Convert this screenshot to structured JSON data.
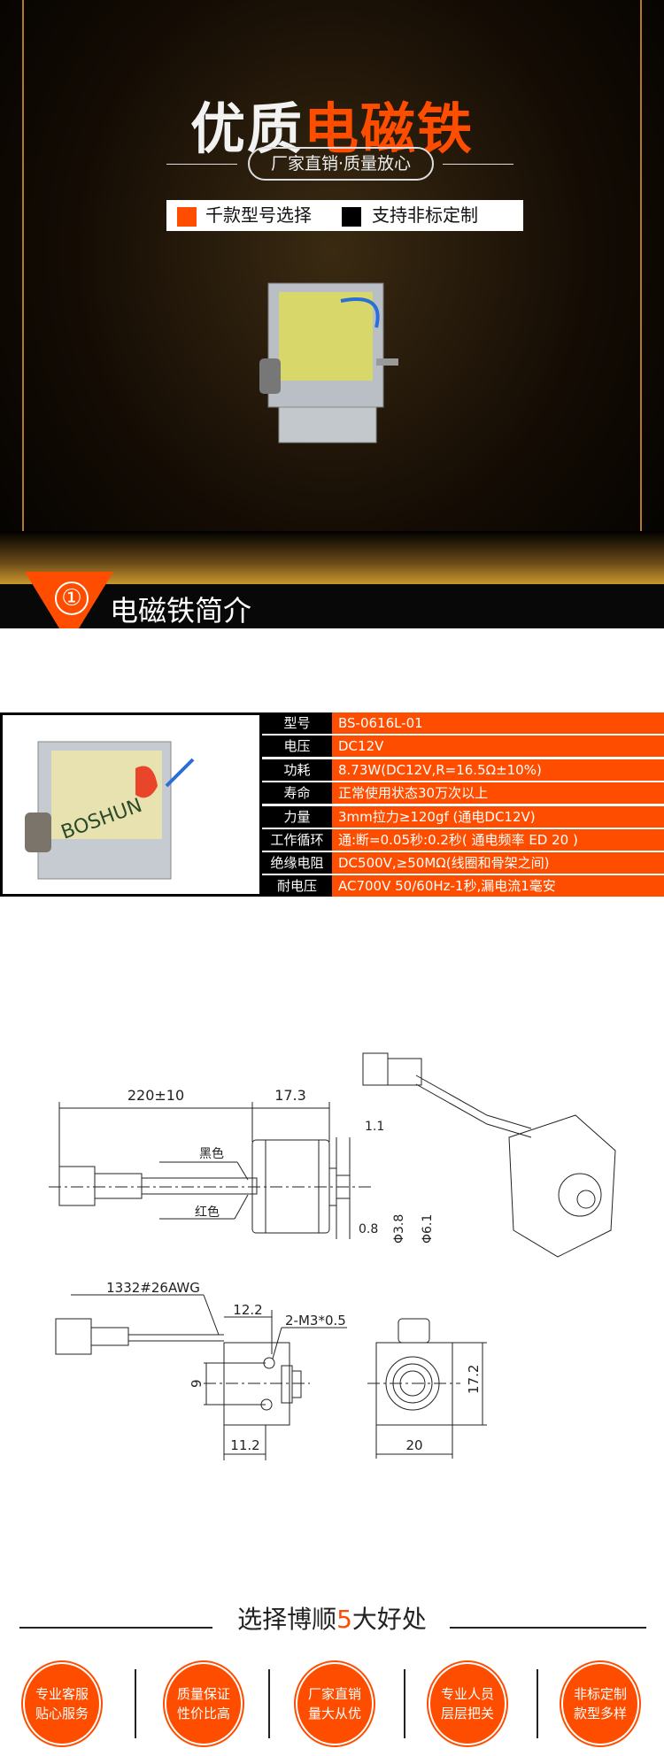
{
  "banner": {
    "title_white": "优质",
    "title_orange": "电磁铁",
    "tagline": "厂家直销·质量放心",
    "features": [
      {
        "label": "千款型号选择",
        "color": "#ff4d00"
      },
      {
        "label": "支持非标定制",
        "color": "#000000"
      }
    ]
  },
  "section": {
    "number": "①",
    "title": "电磁铁简介"
  },
  "product": {
    "logo_text": "BOSHUN"
  },
  "specs": [
    {
      "label": "型号",
      "value": "BS-0616L-01"
    },
    {
      "label": "电压",
      "value": "DC12V"
    },
    {
      "label": "功耗",
      "value": "8.73W(DC12V,R=16.5Ω±10%)"
    },
    {
      "label": "寿命",
      "value": "正常使用状态30万次以上"
    },
    {
      "label": "力量",
      "value": "3mm拉力≥120gf (通电DC12V)"
    },
    {
      "label": "工作循环",
      "value": "通:断=0.05秒:0.2秒( 通电频率 ED 20 )"
    },
    {
      "label": "绝缘电阻",
      "value": "DC500V,≥50MΩ(线圈和骨架之间)"
    },
    {
      "label": "耐电压",
      "value": "AC700V 50/60Hz-1秒,漏电流1毫安"
    }
  ],
  "drawing": {
    "lead_length": "220±10",
    "body_length": "17.3",
    "black_wire": "黑色",
    "red_wire": "红色",
    "d1": "1.1",
    "d2": "0.8",
    "dia1": "Φ3.8",
    "dia2": "Φ6.1",
    "wire_spec": "1332#26AWG",
    "d3": "12.2",
    "thread": "2-M3*0.5",
    "d4": "9",
    "d5": "11.2",
    "height": "17.2",
    "width": "20"
  },
  "benefits": {
    "title_a": "选择博顺",
    "title_num": "5",
    "title_b": "大好处",
    "items": [
      {
        "l1": "专业客服",
        "l2": "贴心服务"
      },
      {
        "l1": "质量保证",
        "l2": "性价比高"
      },
      {
        "l1": "厂家直销",
        "l2": "量大从优"
      },
      {
        "l1": "专业人员",
        "l2": "层层把关"
      },
      {
        "l1": "非标定制",
        "l2": "款型多样"
      }
    ]
  },
  "colors": {
    "accent": "#ff4d00",
    "dark": "#000000"
  }
}
